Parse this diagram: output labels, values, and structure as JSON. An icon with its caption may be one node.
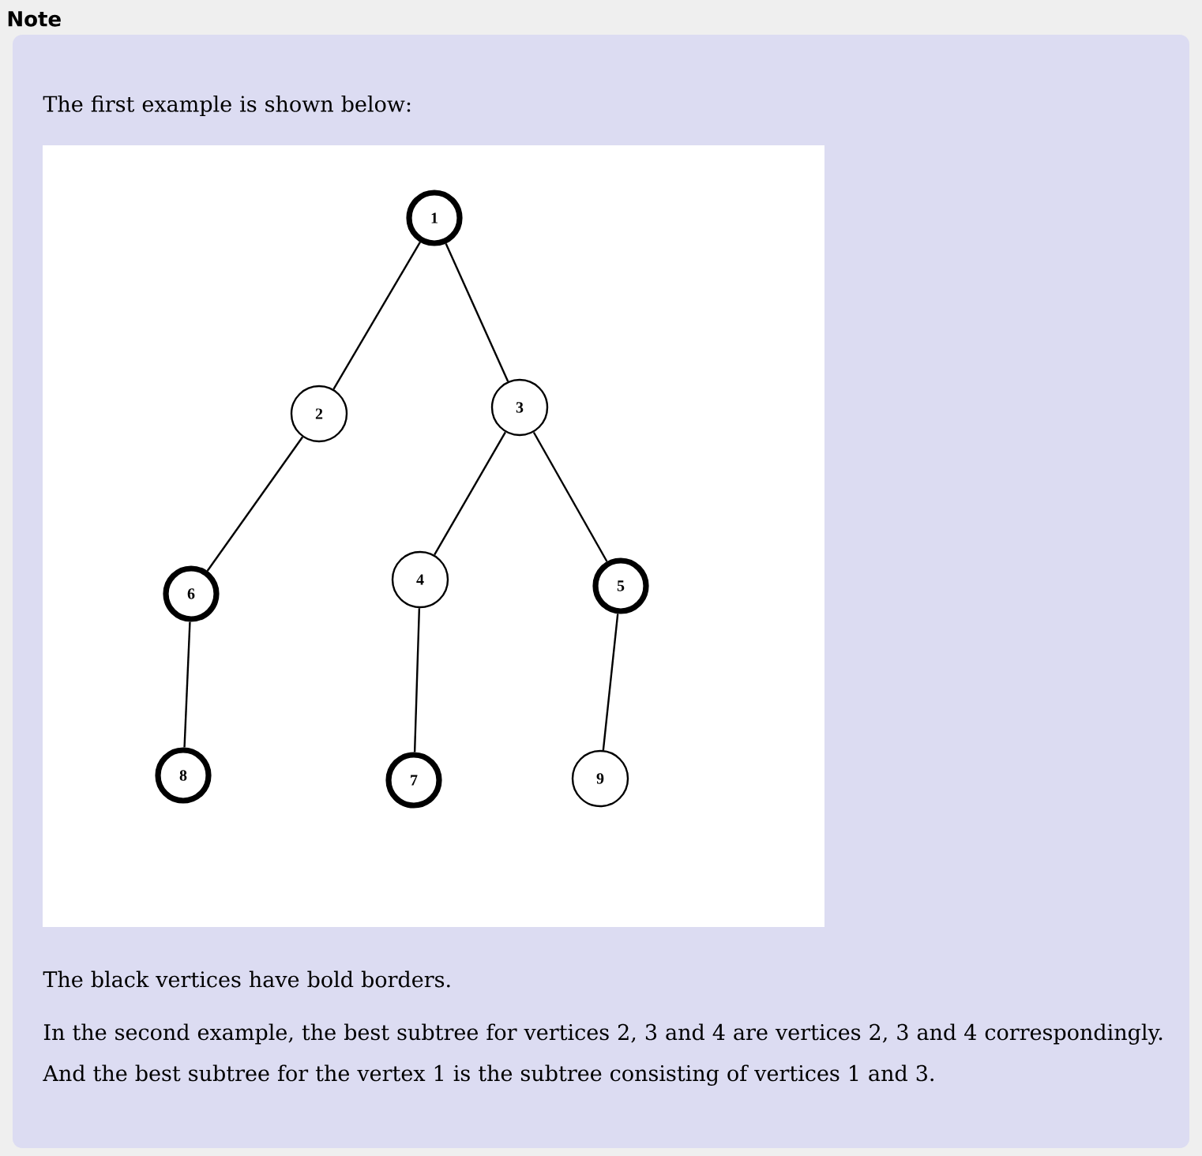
{
  "diagram": {
    "title": "Note",
    "nodes": [
      {
        "text": [
          "1"
        ]
      },
      {
        "text": [
          "2"
        ]
      },
      {
        "text": [
          "3"
        ]
      },
      {
        "text": [
          "4"
        ]
      },
      {
        "text": [
          "5"
        ]
      },
      {
        "text": [
          "6"
        ]
      },
      {
        "text": [
          "7"
        ]
      },
      {
        "text": [
          "8"
        ]
      },
      {
        "text": [
          "9"
        ]
      }
    ],
    "edges": [
      {
        "from": 0,
        "to": 1,
        "arrow": "none"
      },
      {
        "from": 0,
        "to": 2,
        "arrow": "none"
      },
      {
        "from": 1,
        "to": 5,
        "arrow": "none"
      },
      {
        "from": 2,
        "to": 3,
        "arrow": "none"
      },
      {
        "from": 2,
        "to": 4,
        "arrow": "none"
      },
      {
        "from": 5,
        "to": 7,
        "arrow": "none"
      },
      {
        "from": 3,
        "to": 6,
        "arrow": "none"
      },
      {
        "from": 4,
        "to": 8,
        "arrow": "none"
      }
    ],
    "labels": [
      "The first example is shown below:",
      "The black vertices have bold borders.",
      "In the second example, the best subtree for vertices 2, 3 and 4 are vertices 2, 3 and 4 correspondingly. And the best subtree for the vertex 1 is the subtree consisting of vertices 1 and 3."
    ]
  }
}
